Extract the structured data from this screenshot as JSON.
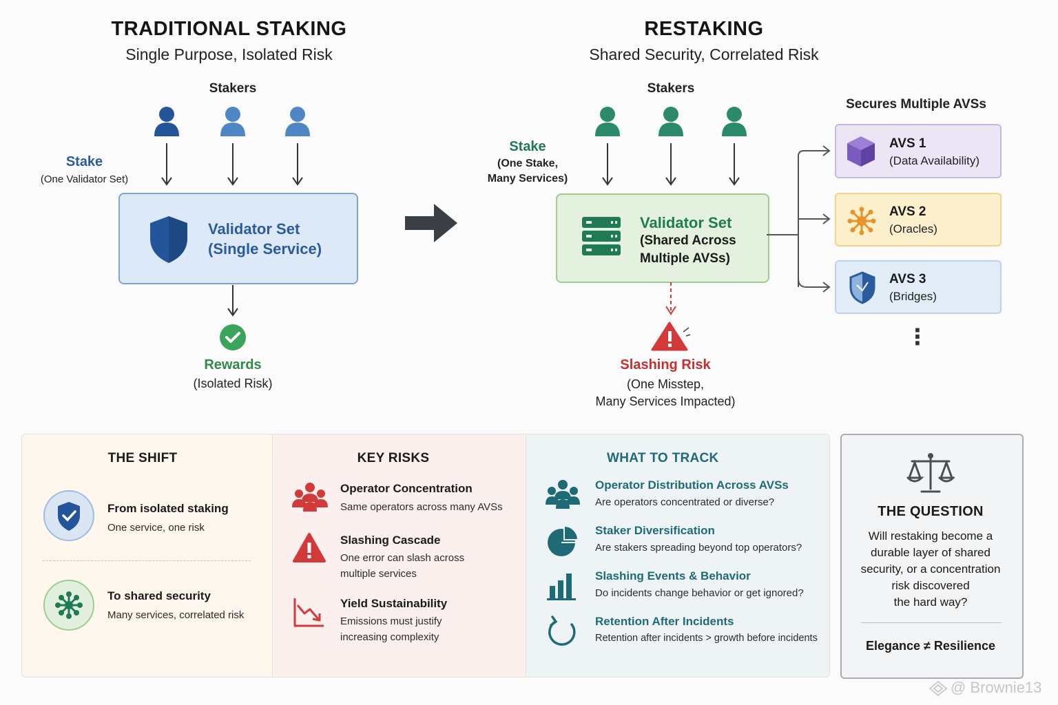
{
  "left": {
    "title": "TRADITIONAL STAKING",
    "subtitle": "Single Purpose, Isolated Risk",
    "stakers_label": "Stakers",
    "stake_label": "Stake",
    "stake_sub": "(One Validator Set)",
    "validator_line1": "Validator Set",
    "validator_line2": "(Single Service)",
    "rewards_label": "Rewards",
    "rewards_sub": "(Isolated Risk)"
  },
  "right": {
    "title": "RESTAKING",
    "subtitle": "Shared Security, Correlated Risk",
    "stakers_label": "Stakers",
    "stake_label": "Stake",
    "stake_sub1": "(One Stake,",
    "stake_sub2": "Many Services)",
    "validator_line1": "Validator Set",
    "validator_line2": "(Shared Across",
    "validator_line3": "Multiple AVSs)",
    "slashing_label": "Slashing Risk",
    "slashing_sub1": "(One Misstep,",
    "slashing_sub2": "Many Services Impacted)",
    "avs_header": "Secures Multiple AVSs",
    "avs": [
      {
        "name": "AVS 1",
        "sub": "(Data Availability)",
        "icon": "cube-icon"
      },
      {
        "name": "AVS 2",
        "sub": "(Oracles)",
        "icon": "network-node-icon"
      },
      {
        "name": "AVS 3",
        "sub": "(Bridges)",
        "icon": "shield-icon"
      }
    ],
    "more": "⋮"
  },
  "shift": {
    "title": "THE SHIFT",
    "from_title": "From isolated staking",
    "from_desc": "One service, one risk",
    "to_title": "To shared security",
    "to_desc": "Many services, correlated risk"
  },
  "risks": {
    "title": "KEY RISKS",
    "items": [
      {
        "title": "Operator Concentration",
        "desc1": "Same operators across many AVSs",
        "desc2": "",
        "icon": "operators-group-icon"
      },
      {
        "title": "Slashing Cascade",
        "desc1": "One error can slash across",
        "desc2": "multiple services",
        "icon": "warning-icon"
      },
      {
        "title": "Yield Sustainability",
        "desc1": "Emissions must justify",
        "desc2": "increasing complexity",
        "icon": "declining-chart-icon"
      }
    ]
  },
  "track": {
    "title": "WHAT TO TRACK",
    "items": [
      {
        "title": "Operator Distribution Across AVSs",
        "desc": "Are operators concentrated or diverse?",
        "icon": "people-icon"
      },
      {
        "title": "Staker Diversification",
        "desc": "Are stakers spreading beyond top operators?",
        "icon": "pie-chart-icon"
      },
      {
        "title": "Slashing Events & Behavior",
        "desc": "Do incidents change behavior or get ignored?",
        "icon": "bar-chart-icon"
      },
      {
        "title": "Retention After Incidents",
        "desc": "Retention after incidents > growth before incidents",
        "icon": "refresh-icon"
      }
    ]
  },
  "question": {
    "title": "THE QUESTION",
    "lines": [
      "Will restaking become a",
      "durable layer of shared",
      "security, or a concentration",
      "risk discovered",
      "the hard way?"
    ],
    "footer": "Elegance ≠ Resilience"
  },
  "watermark": "@ Brownie13",
  "colors": {
    "blue": "#2a5b9c",
    "green": "#1f7a55",
    "red": "#d23a3a",
    "teal": "#1e6b77",
    "purple": "#7a5bbf",
    "orange": "#e8922a"
  }
}
